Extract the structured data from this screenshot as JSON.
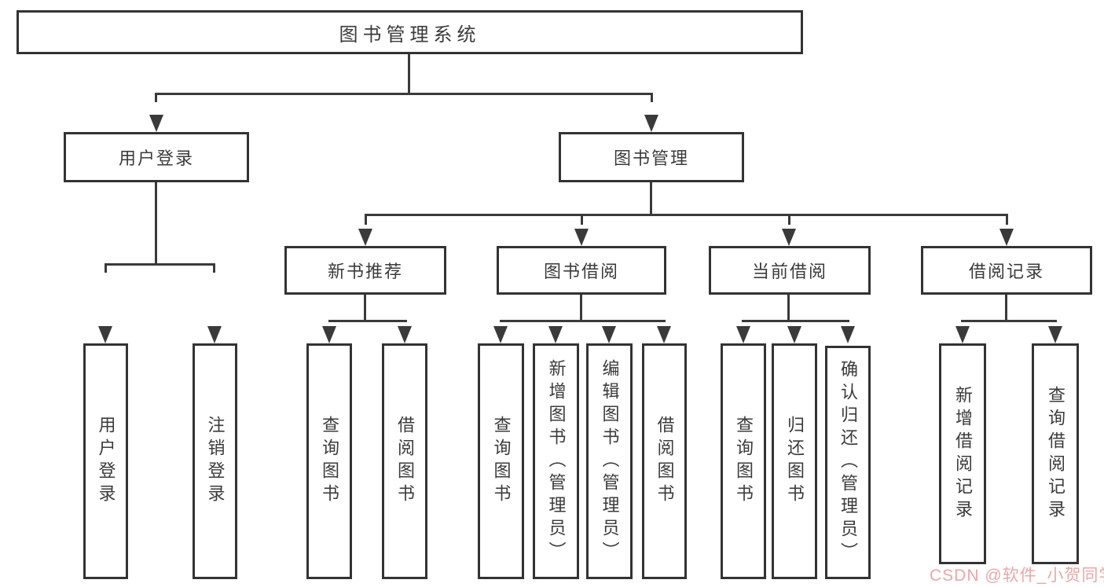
{
  "diagram": {
    "root": {
      "label": "图书管理系统"
    },
    "level2": [
      {
        "label": "用户登录"
      },
      {
        "label": "图书管理"
      }
    ],
    "level3": [
      {
        "label": "新书推荐"
      },
      {
        "label": "图书借阅"
      },
      {
        "label": "当前借阅"
      },
      {
        "label": "借阅记录"
      }
    ],
    "leaves": {
      "user_login": [
        {
          "label": "用户登录"
        },
        {
          "label": "注销登录"
        }
      ],
      "new_book_rec": [
        {
          "label": "查询图书"
        },
        {
          "label": "借阅图书"
        }
      ],
      "book_borrow": [
        {
          "label": "查询图书"
        },
        {
          "label": "新增图书（管理员）"
        },
        {
          "label": "编辑图书（管理员）"
        },
        {
          "label": "借阅图书"
        }
      ],
      "current_borrow": [
        {
          "label": "查询图书"
        },
        {
          "label": "归还图书"
        },
        {
          "label": "确认归还（管理员）"
        }
      ],
      "borrow_records": [
        {
          "label": "新增借阅记录"
        },
        {
          "label": "查询借阅记录"
        }
      ]
    },
    "colors": {
      "line": "#3a3a3a",
      "box_border": "#333333",
      "text": "#3b3b3b",
      "watermark": "#e99a9a",
      "background": "#ffffff"
    }
  },
  "watermark": {
    "text": "CSDN @软件_小贺同学"
  }
}
